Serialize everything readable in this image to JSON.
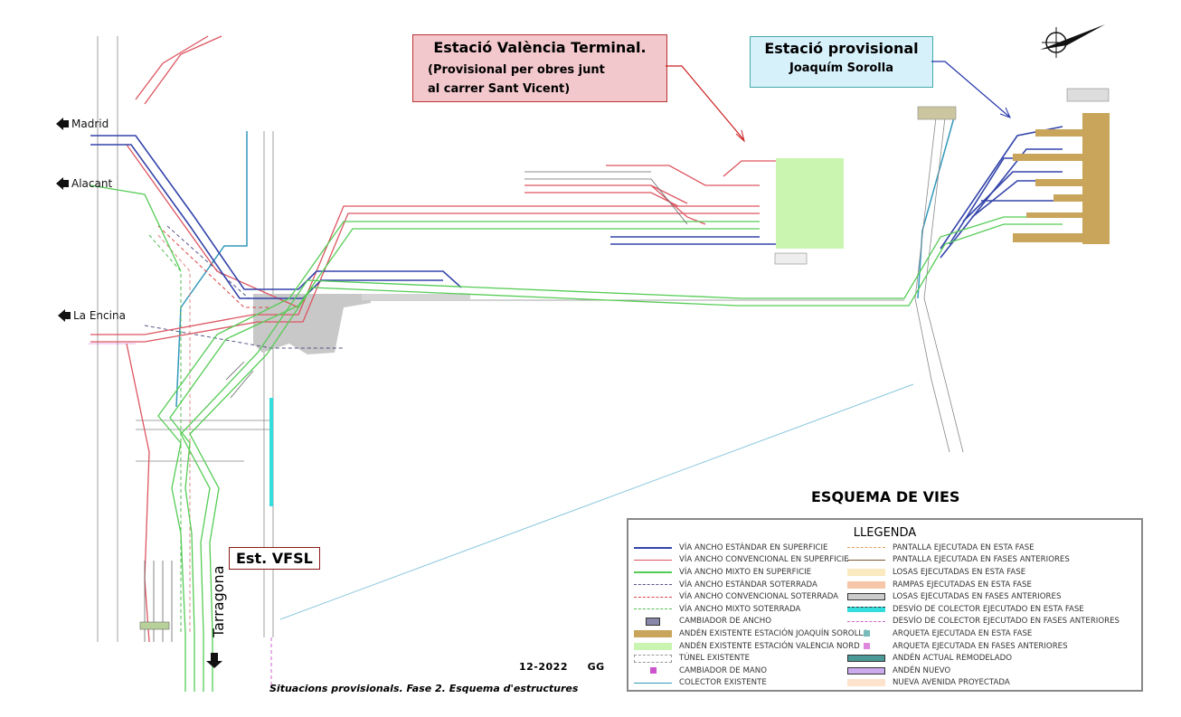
{
  "places": {
    "madrid": "Madrid",
    "alacant": "Alacant",
    "la_encina": "La Encina",
    "tarragona": "Tarragona"
  },
  "callouts": {
    "terminal": {
      "line1": "Estació València Terminal.",
      "line2": "(Provisional  per obres junt",
      "line3": "al carrer  Sant Vicent)"
    },
    "sorolla": {
      "line1": "Estació provisional",
      "line2": "Joaquím Sorolla"
    },
    "vfsl": "Est. VFSL"
  },
  "title": "ESQUEMA DE VIES",
  "legend": {
    "heading": "LLEGENDA",
    "left": [
      {
        "label": "VÍA ANCHO ESTÁNDAR EN SUPERFICIE",
        "style": "line",
        "color": "#3344aa"
      },
      {
        "label": "VÍA ANCHO CONVENCIONAL EN SUPERFICIE",
        "style": "line",
        "color": "#dd5560"
      },
      {
        "label": "VÍA ANCHO MIXTO EN SUPERFICIE",
        "style": "line",
        "color": "#55cc55"
      },
      {
        "label": "VÍA ANCHO ESTÁNDAR SOTERRADA",
        "style": "dash",
        "color": "#555588"
      },
      {
        "label": "VÍA ANCHO CONVENCIONAL SOTERRADA",
        "style": "dash",
        "color": "#dd4444"
      },
      {
        "label": "VÍA ANCHO MIXTO SOTERRADA",
        "style": "dash",
        "color": "#55bb55"
      },
      {
        "label": "CAMBIADOR DE ANCHO",
        "style": "changer",
        "color": "#8888aa"
      },
      {
        "label": "ANDÉN EXISTENTE ESTACIÓN JOAQUÍN SOROLLA",
        "style": "fill",
        "color": "#c8a55a"
      },
      {
        "label": "ANDÉN EXISTENTE ESTACIÓN VALENCIA NORD",
        "style": "fill",
        "color": "#c9f5b0"
      },
      {
        "label": "TÚNEL EXISTENTE",
        "style": "tunnel",
        "color": "#999999"
      },
      {
        "label": "CAMBIADOR DE MANO",
        "style": "square",
        "color": "#cc55cc"
      },
      {
        "label": "COLECTOR EXISTENTE",
        "style": "line",
        "color": "#3399bb"
      }
    ],
    "right": [
      {
        "label": "PANTALLA EJECUTADA EN ESTA FASE",
        "style": "dash",
        "color": "#e0a060"
      },
      {
        "label": "PANTALLA EJECUTADA EN FASES ANTERIORES",
        "style": "line",
        "color": "#7a5533"
      },
      {
        "label": "LOSAS EJECUTADAS EN ESTA FASE",
        "style": "fill",
        "color": "#fbe9c0"
      },
      {
        "label": "RAMPAS EJECUTADAS EN ESTA FASE",
        "style": "fill",
        "color": "#f5c6a8"
      },
      {
        "label": "LOSAS EJECUTADAS EN FASES ANTERIORES",
        "style": "box",
        "color": "#cccccc"
      },
      {
        "label": "DESVÍO DE COLECTOR EJECUTADO EN ESTA FASE",
        "style": "cyan",
        "color": "#33dddd"
      },
      {
        "label": "DESVÍO DE COLECTOR EJECUTADO EN FASES ANTERIORES",
        "style": "dashdot",
        "color": "#cc66cc"
      },
      {
        "label": "ARQUETA EJECUTADA EN ESTA FASE",
        "style": "square",
        "color": "#77bbbb"
      },
      {
        "label": "ARQUETA EJECUTADA EN FASES ANTERIORES",
        "style": "square",
        "color": "#dd88dd"
      },
      {
        "label": "ANDÉN ACTUAL REMODELADO",
        "style": "box",
        "color": "#4a9a98"
      },
      {
        "label": "ANDÉN NUEVO",
        "style": "box",
        "color": "#ccaaee"
      },
      {
        "label": "NUEVA AVENIDA PROYECTADA",
        "style": "fill",
        "color": "#fde3cc"
      }
    ]
  },
  "footer": {
    "date": "12-2022     GG",
    "caption": "Situacions provisionals.   Fase 2.   Esquema d'estructures"
  },
  "colors": {
    "standard": "#3344aa",
    "conventional": "#dd5560",
    "mixed": "#55cc55",
    "collector": "#3399bb",
    "sorolla_platform": "#c8a55a",
    "nord_platform": "#c9f5b0"
  }
}
